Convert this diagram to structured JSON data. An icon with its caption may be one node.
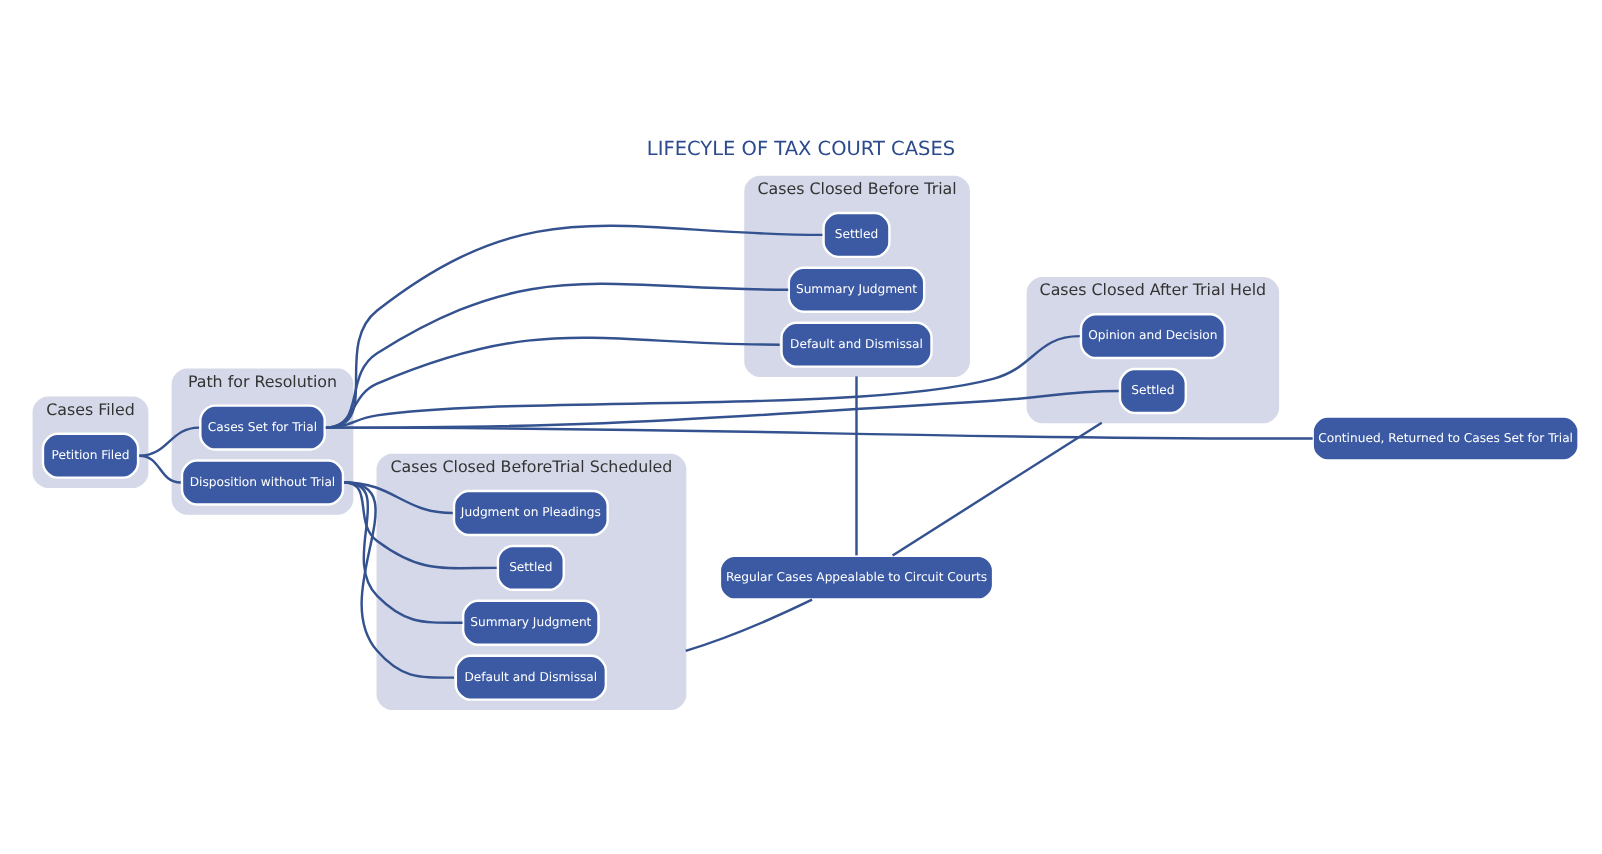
{
  "diagram": {
    "title": "LIFECYLE OF TAX COURT CASES",
    "nodes": [
      {
        "text": [
          "Cases Filed"
        ]
      },
      {
        "text": [
          "Petition Filed"
        ],
        "in": 0
      },
      {
        "text": [
          "Path for Resolution"
        ]
      },
      {
        "text": [
          "Cases Set for Trial"
        ],
        "in": 2
      },
      {
        "text": [
          "Disposition without Trial"
        ],
        "in": 2
      },
      {
        "text": [
          "Cases Closed BeforeTrial Scheduled"
        ]
      },
      {
        "text": [
          "Judgment on Pleadings"
        ],
        "in": 5
      },
      {
        "text": [
          "Settled"
        ],
        "in": 5
      },
      {
        "text": [
          "Summary Judgment"
        ],
        "in": 5
      },
      {
        "text": [
          "Default and Dismissal"
        ],
        "in": 5
      },
      {
        "text": [
          "Cases Closed Before Trial"
        ]
      },
      {
        "text": [
          "Settled"
        ],
        "in": 10
      },
      {
        "text": [
          "Summary Judgment"
        ],
        "in": 10
      },
      {
        "text": [
          "Default and Dismissal"
        ],
        "in": 10
      },
      {
        "text": [
          "Cases Closed After Trial Held"
        ]
      },
      {
        "text": [
          "Opinion and Decision"
        ],
        "in": 14
      },
      {
        "text": [
          "Settled"
        ],
        "in": 14
      },
      {
        "text": [
          "Continued, Returned to Cases Set for Trial"
        ]
      },
      {
        "text": [
          "Regular Cases Appealable to Circuit Courts"
        ]
      }
    ],
    "edges": [
      {
        "from": 1,
        "to": 3,
        "arrow": "none"
      },
      {
        "from": 1,
        "to": 4,
        "arrow": "none"
      },
      {
        "from": 3,
        "to": 15,
        "arrow": "none"
      },
      {
        "from": 3,
        "to": 16,
        "arrow": "none"
      },
      {
        "from": 3,
        "to": 17,
        "arrow": "none"
      },
      {
        "from": 3,
        "to": 11,
        "arrow": "none"
      },
      {
        "from": 3,
        "to": 12,
        "arrow": "none"
      },
      {
        "from": 3,
        "to": 13,
        "arrow": "none"
      },
      {
        "from": 4,
        "to": 6,
        "arrow": "none"
      },
      {
        "from": 4,
        "to": 7,
        "arrow": "none"
      },
      {
        "from": 4,
        "to": 8,
        "arrow": "none"
      },
      {
        "from": 4,
        "to": 9,
        "arrow": "none"
      },
      {
        "from": 5,
        "to": 18,
        "arrow": "none"
      },
      {
        "from": 10,
        "to": 18,
        "arrow": "none"
      },
      {
        "from": 14,
        "to": 18,
        "arrow": "none"
      }
    ]
  }
}
